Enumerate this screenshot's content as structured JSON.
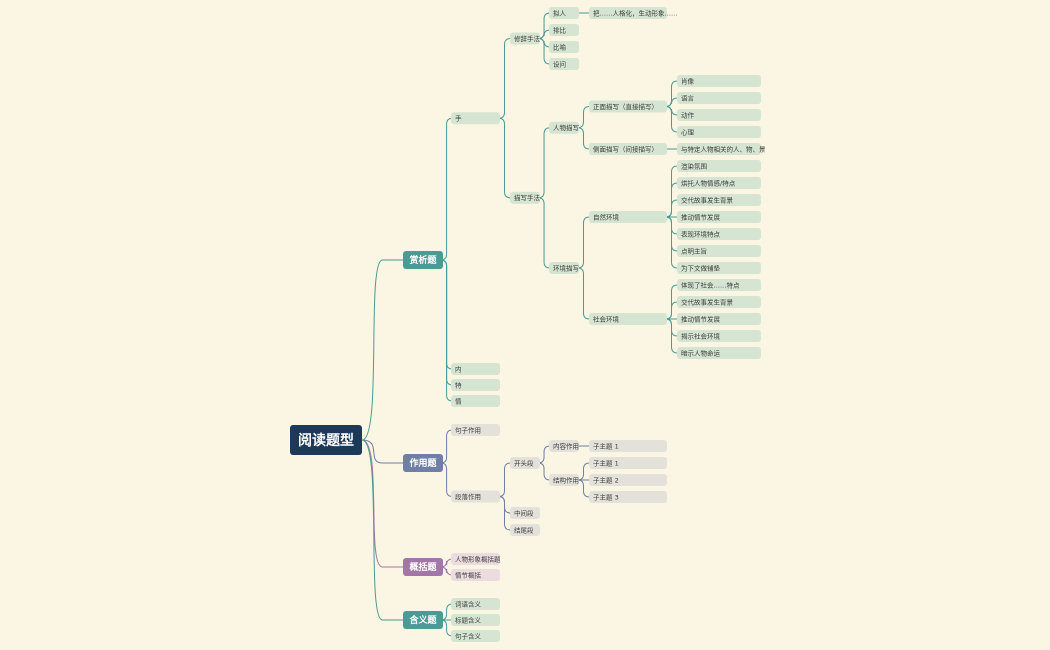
{
  "colors": {
    "background": "#faf6e3",
    "root": "#1c3a57",
    "teal": "#4a9a96",
    "slate": "#6f7fa6",
    "purple": "#a277a8",
    "green_node": "#d6e4d2",
    "gray_node": "#e3e1da",
    "pink_node": "#eddcdf"
  },
  "mindmap": {
    "root": "阅读题型",
    "branches": [
      {
        "id": "appreciate",
        "label": "赏析题",
        "children": [
          {
            "label": "手",
            "children": [
              {
                "label": "修辞手法",
                "children": [
                  {
                    "label": "拟人",
                    "children": [
                      {
                        "label": "把……人格化，生动形象……"
                      }
                    ]
                  },
                  {
                    "label": "排比"
                  },
                  {
                    "label": "比喻"
                  },
                  {
                    "label": "设问"
                  }
                ]
              },
              {
                "label": "描写手法",
                "children": [
                  {
                    "label": "人物描写",
                    "children": [
                      {
                        "label": "正面描写（直接描写）",
                        "children": [
                          {
                            "label": "肖像"
                          },
                          {
                            "label": "语言"
                          },
                          {
                            "label": "动作"
                          },
                          {
                            "label": "心理"
                          }
                        ]
                      },
                      {
                        "label": "侧面描写（间接描写）",
                        "children": [
                          {
                            "label": "与特定人物相关的人、物、景"
                          }
                        ]
                      }
                    ]
                  },
                  {
                    "label": "环境描写",
                    "children": [
                      {
                        "label": "自然环境",
                        "children": [
                          {
                            "label": "渲染氛围"
                          },
                          {
                            "label": "烘托人物情感/特点"
                          },
                          {
                            "label": "交代故事发生背景"
                          },
                          {
                            "label": "推动情节发展"
                          },
                          {
                            "label": "表现环境特点"
                          },
                          {
                            "label": "点明主旨"
                          },
                          {
                            "label": "为下文做铺垫"
                          }
                        ]
                      },
                      {
                        "label": "社会环境",
                        "children": [
                          {
                            "label": "体现了社会……特点"
                          },
                          {
                            "label": "交代故事发生背景"
                          },
                          {
                            "label": "推动情节发展"
                          },
                          {
                            "label": "揭示社会环境"
                          },
                          {
                            "label": "暗示人物命运"
                          }
                        ]
                      }
                    ]
                  }
                ]
              }
            ]
          },
          {
            "label": "内"
          },
          {
            "label": "特"
          },
          {
            "label": "情"
          }
        ]
      },
      {
        "id": "function",
        "label": "作用题",
        "children": [
          {
            "label": "句子作用"
          },
          {
            "label": "段落作用",
            "children": [
              {
                "label": "开头段",
                "children": [
                  {
                    "label": "内容作用",
                    "children": [
                      {
                        "label": "子主题 1"
                      }
                    ]
                  },
                  {
                    "label": "结构作用",
                    "children": [
                      {
                        "label": "子主题 1"
                      },
                      {
                        "label": "子主题 2"
                      },
                      {
                        "label": "子主题 3"
                      }
                    ]
                  }
                ]
              },
              {
                "label": "中间段"
              },
              {
                "label": "结尾段"
              }
            ]
          }
        ]
      },
      {
        "id": "summary",
        "label": "概括题",
        "children": [
          {
            "label": "人物形象概括题"
          },
          {
            "label": "情节概括"
          }
        ]
      },
      {
        "id": "meaning",
        "label": "含义题",
        "children": [
          {
            "label": "词语含义"
          },
          {
            "label": "标题含义"
          },
          {
            "label": "句子含义"
          }
        ]
      }
    ]
  }
}
